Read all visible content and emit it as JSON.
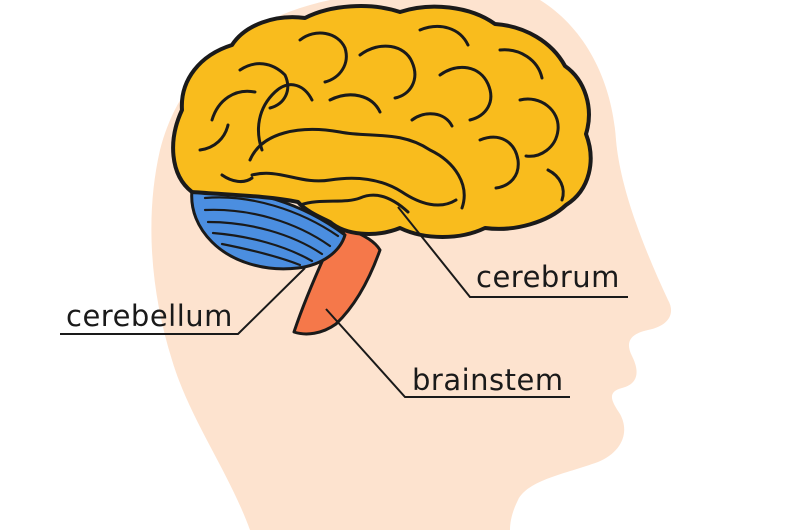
{
  "labels": {
    "cerebrum": "cerebrum",
    "cerebellum": "cerebellum",
    "brainstem": "brainstem"
  },
  "colors": {
    "head": "#fde3cf",
    "cerebrum": "#f9bc1d",
    "cerebellum": "#4b8ee0",
    "brainstem": "#f5784a",
    "outline": "#1a1a1a",
    "background": "#ffffff"
  }
}
